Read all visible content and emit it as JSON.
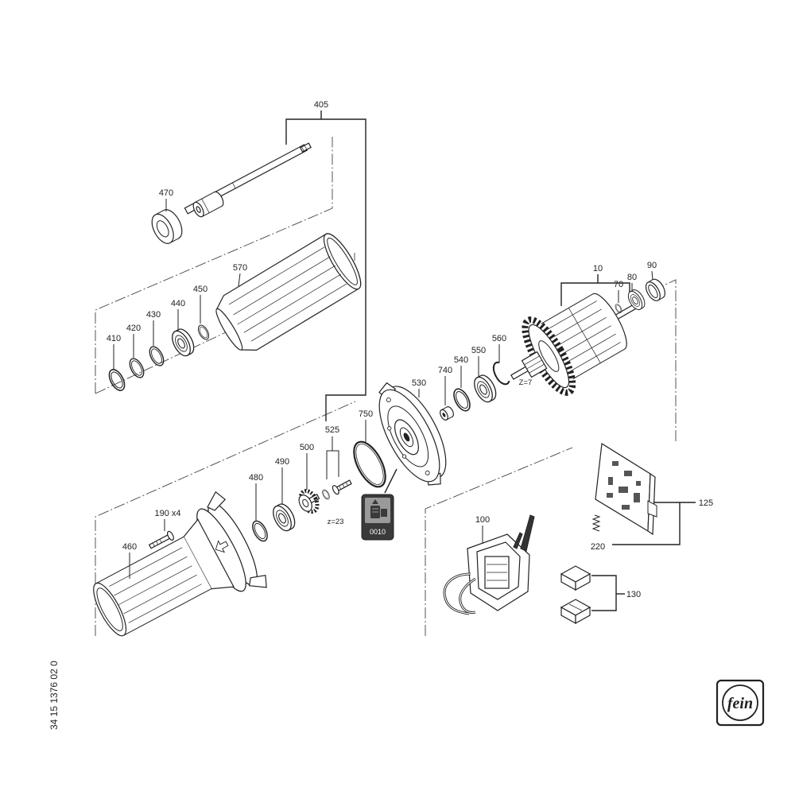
{
  "part_numbers": {
    "p405": "405",
    "p470": "470",
    "p570": "570",
    "p450": "450",
    "p440": "440",
    "p430": "430",
    "p420": "420",
    "p410": "410",
    "p10": "10",
    "p70": "70",
    "p80": "80",
    "p90": "90",
    "p560": "560",
    "p550": "550",
    "p540": "540",
    "p740": "740",
    "p530": "530",
    "p750": "750",
    "p525": "525",
    "p500": "500",
    "p490": "490",
    "p480": "480",
    "p190": "190 x4",
    "p460": "460",
    "p125": "125",
    "p220": "220",
    "p100": "100",
    "p130": "130"
  },
  "tooth_counts": {
    "pinion": "z=23",
    "armature": "Z=7"
  },
  "badge": {
    "code": "0010",
    "icon": "grease-tube-icon"
  },
  "drawing_number": "34 15 1376 02 0",
  "logo": {
    "text": "fein"
  },
  "colors": {
    "line": "#222222",
    "badge_bg": "#3a3a3a",
    "badge_panel": "#9a9a9a"
  }
}
